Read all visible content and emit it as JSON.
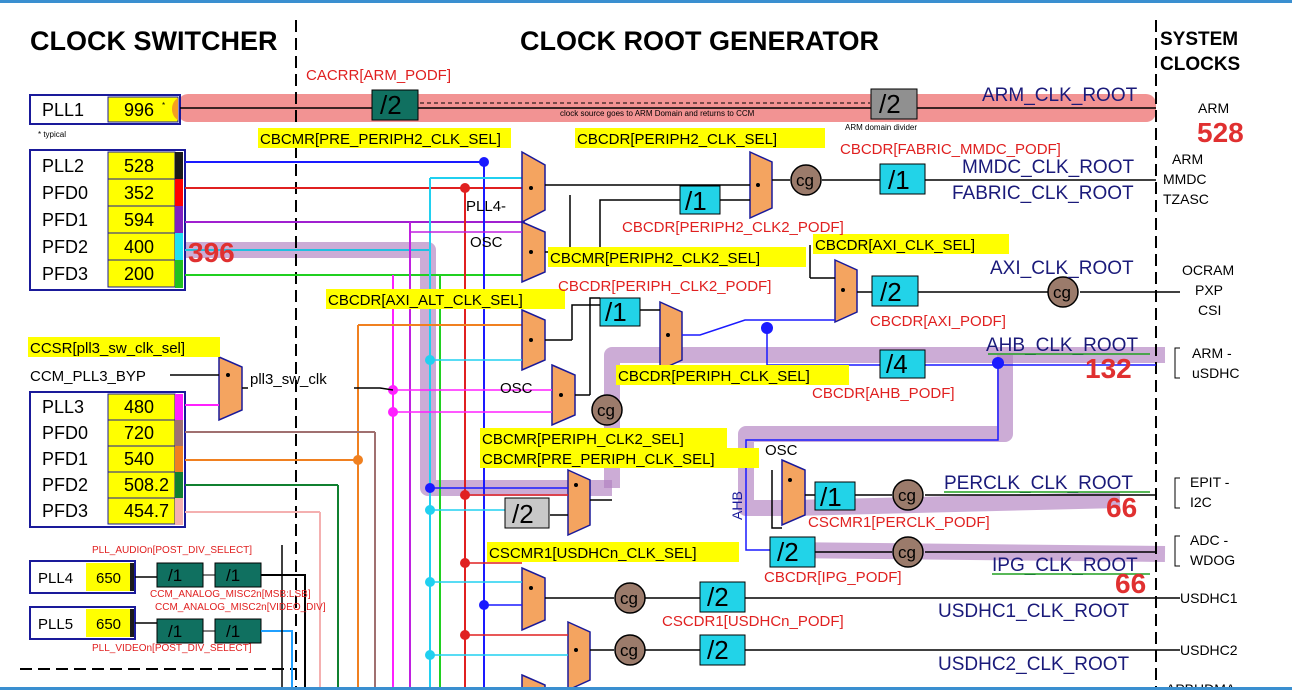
{
  "headers": {
    "clock_switcher": "CLOCK SWITCHER",
    "clock_root_generator": "CLOCK ROOT GENERATOR",
    "system_clocks_line1": "SYSTEM",
    "system_clocks_line2": "CLOCKS"
  },
  "plls": {
    "pll1": {
      "name": "PLL1",
      "value": "996",
      "note": "* typical"
    },
    "pll2_group": [
      {
        "name": "PLL2",
        "value": "528"
      },
      {
        "name": "PFD0",
        "value": "352"
      },
      {
        "name": "PFD1",
        "value": "594"
      },
      {
        "name": "PFD2",
        "value": "400"
      },
      {
        "name": "PFD3",
        "value": "200"
      }
    ],
    "pll3_group": [
      {
        "name": "PLL3",
        "value": "480"
      },
      {
        "name": "PFD0",
        "value": "720"
      },
      {
        "name": "PFD1",
        "value": "540"
      },
      {
        "name": "PFD2",
        "value": "508.2"
      },
      {
        "name": "PFD3",
        "value": "454.7"
      }
    ],
    "pll4": {
      "name": "PLL4",
      "value": "650"
    },
    "pll5": {
      "name": "PLL5",
      "value": "650"
    },
    "pll3_bypass": "CCM_PLL3_BYP",
    "pll3_sw_clk": "pll3_sw_clk"
  },
  "red_labels": {
    "cacrr": "CACRR[ARM_PODF]",
    "periph2_clk2_podf": "CBCDR[PERIPH2_CLK2_PODF]",
    "fabric_mmdc_podf": "CBCDR[FABRIC_MMDC_PODF]",
    "periph_clk2_podf": "CBCDR[PERIPH_CLK2_PODF]",
    "axi_podf": "CBCDR[AXI_PODF]",
    "ahb_podf": "CBCDR[AHB_PODF]",
    "perclk_podf": "CSCMR1[PERCLK_PODF]",
    "ipg_podf": "CBCDR[IPG_PODF]",
    "usdhc_podf": "CSCDR1[USDHCn_PODF]",
    "pll_audio": "PLL_AUDIOn[POST_DIV_SELECT]",
    "misc2_msb": "CCM_ANALOG_MISC2n[MSB:LSB]",
    "misc2_video": "CCM_ANALOG_MISC2n[VIDEO_DIV]",
    "pll_video": "PLL_VIDEOn[POST_DIV_SELECT]"
  },
  "highlight_labels": {
    "pre_periph2": "CBCMR[PRE_PERIPH2_CLK_SEL]",
    "periph2_sel": "CBCDR[PERIPH2_CLK_SEL]",
    "periph2_clk2_sel": "CBCMR[PERIPH2_CLK2_SEL]",
    "axi_sel": "CBCDR[AXI_CLK_SEL]",
    "axi_alt": "CBCDR[AXI_ALT_CLK_SEL]",
    "ccsr": "CCSR[pll3_sw_clk_sel]",
    "periph_sel": "CBCDR[PERIPH_CLK_SEL]",
    "periph_clk2_sel": "CBCMR[PERIPH_CLK2_SEL]",
    "pre_periph": "CBCMR[PRE_PERIPH_CLK_SEL]",
    "usdhc_sel": "CSCMR1[USDHCn_CLK_SEL]"
  },
  "signals": {
    "arm": "ARM_CLK_ROOT",
    "mmdc": "MMDC_CLK_ROOT",
    "fabric": "FABRIC_CLK_ROOT",
    "axi": "AXI_CLK_ROOT",
    "ahb": "AHB_CLK_ROOT",
    "perclk": "PERCLK_CLK_ROOT",
    "ipg": "IPG_CLK_ROOT",
    "usdhc1": "USDHC1_CLK_ROOT",
    "usdhc2": "USDHC2_CLK_ROOT"
  },
  "destinations": {
    "arm": "ARM",
    "arm_mmdc_tzasc": [
      "ARM",
      "MMDC",
      "TZASC"
    ],
    "ocram_pxp_csi": [
      "OCRAM",
      "PXP",
      "CSI"
    ],
    "arm_usdhc": [
      "ARM -",
      "uSDHC"
    ],
    "epit_i2c": [
      "EPIT -",
      "I2C"
    ],
    "adc_wdog": [
      "ADC -",
      "WDOG"
    ],
    "usdhc1": "USDHC1",
    "usdhc2": "USDHC2",
    "apbhdma": "APBHDMA"
  },
  "misc": {
    "arm_note": "clock source goes to ARM Domain and returns to CCM",
    "arm_domain_divider": "ARM domain divider",
    "pll4_label": "PLL4-",
    "osc": "OSC",
    "ahb_vertical": "AHB",
    "cg": "cg",
    "pll_div": "/1"
  },
  "dividers": {
    "arm_podf": "/2",
    "arm_domain": "/2",
    "periph2_clk2": "/1",
    "fabric_mmdc": "/1",
    "axi": "/2",
    "periph_clk2": "/1",
    "ahb": "/4",
    "pre_periph_half": "/2",
    "perclk": "/1",
    "ipg": "/2",
    "usdhc1": "/2",
    "usdhc2": "/2"
  },
  "annotations": {
    "freq_396": "396",
    "freq_528": "528",
    "freq_132": "132",
    "freq_66_perclk": "66",
    "freq_66_ipg": "66"
  },
  "colors": {
    "pll_fill": "#ffff00",
    "mux_fill": "#f4a460",
    "divider_fill": "#22d3e8",
    "gate_fill": "#9b7b6b",
    "highlight_label": "#ffff00",
    "path_pink": "#f08080",
    "path_purple": "#b080c0",
    "annotation_red": "#e03030"
  }
}
